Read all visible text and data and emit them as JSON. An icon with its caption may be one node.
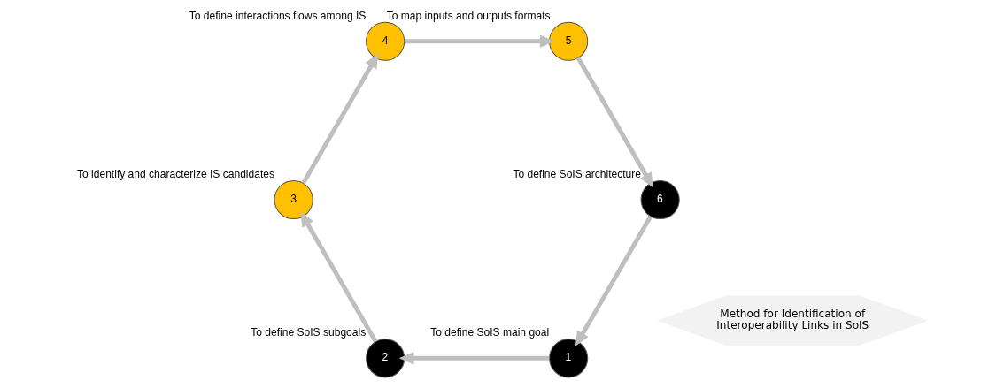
{
  "diagram": {
    "nodes": [
      {
        "text": [
          "Method for Identification of Interoperability Links in SoIS"
        ]
      },
      {
        "text": [
          "1"
        ],
        "beside": [
          "To define SoIS main goal"
        ]
      },
      {
        "text": [
          "2"
        ],
        "beside": [
          "To define SoIS subgoals"
        ]
      },
      {
        "text": [
          "3"
        ],
        "beside": [
          "To identify and characterize IS candidates"
        ]
      },
      {
        "text": [
          "4"
        ],
        "beside": [
          "To define interactions flows among IS"
        ]
      },
      {
        "text": [
          "5"
        ],
        "beside": [
          "To map inputs and outputs formats"
        ]
      },
      {
        "text": [
          "6"
        ],
        "beside": [
          "To define SoIS architecture"
        ]
      }
    ],
    "edges": [
      {
        "from": 1,
        "to": 2,
        "arrow": "to"
      },
      {
        "from": 2,
        "to": 3,
        "arrow": "to"
      },
      {
        "from": 3,
        "to": 4,
        "arrow": "to"
      },
      {
        "from": 4,
        "to": 5,
        "arrow": "to"
      },
      {
        "from": 5,
        "to": 6,
        "arrow": "to"
      },
      {
        "from": 6,
        "to": 1,
        "arrow": "to"
      }
    ]
  }
}
